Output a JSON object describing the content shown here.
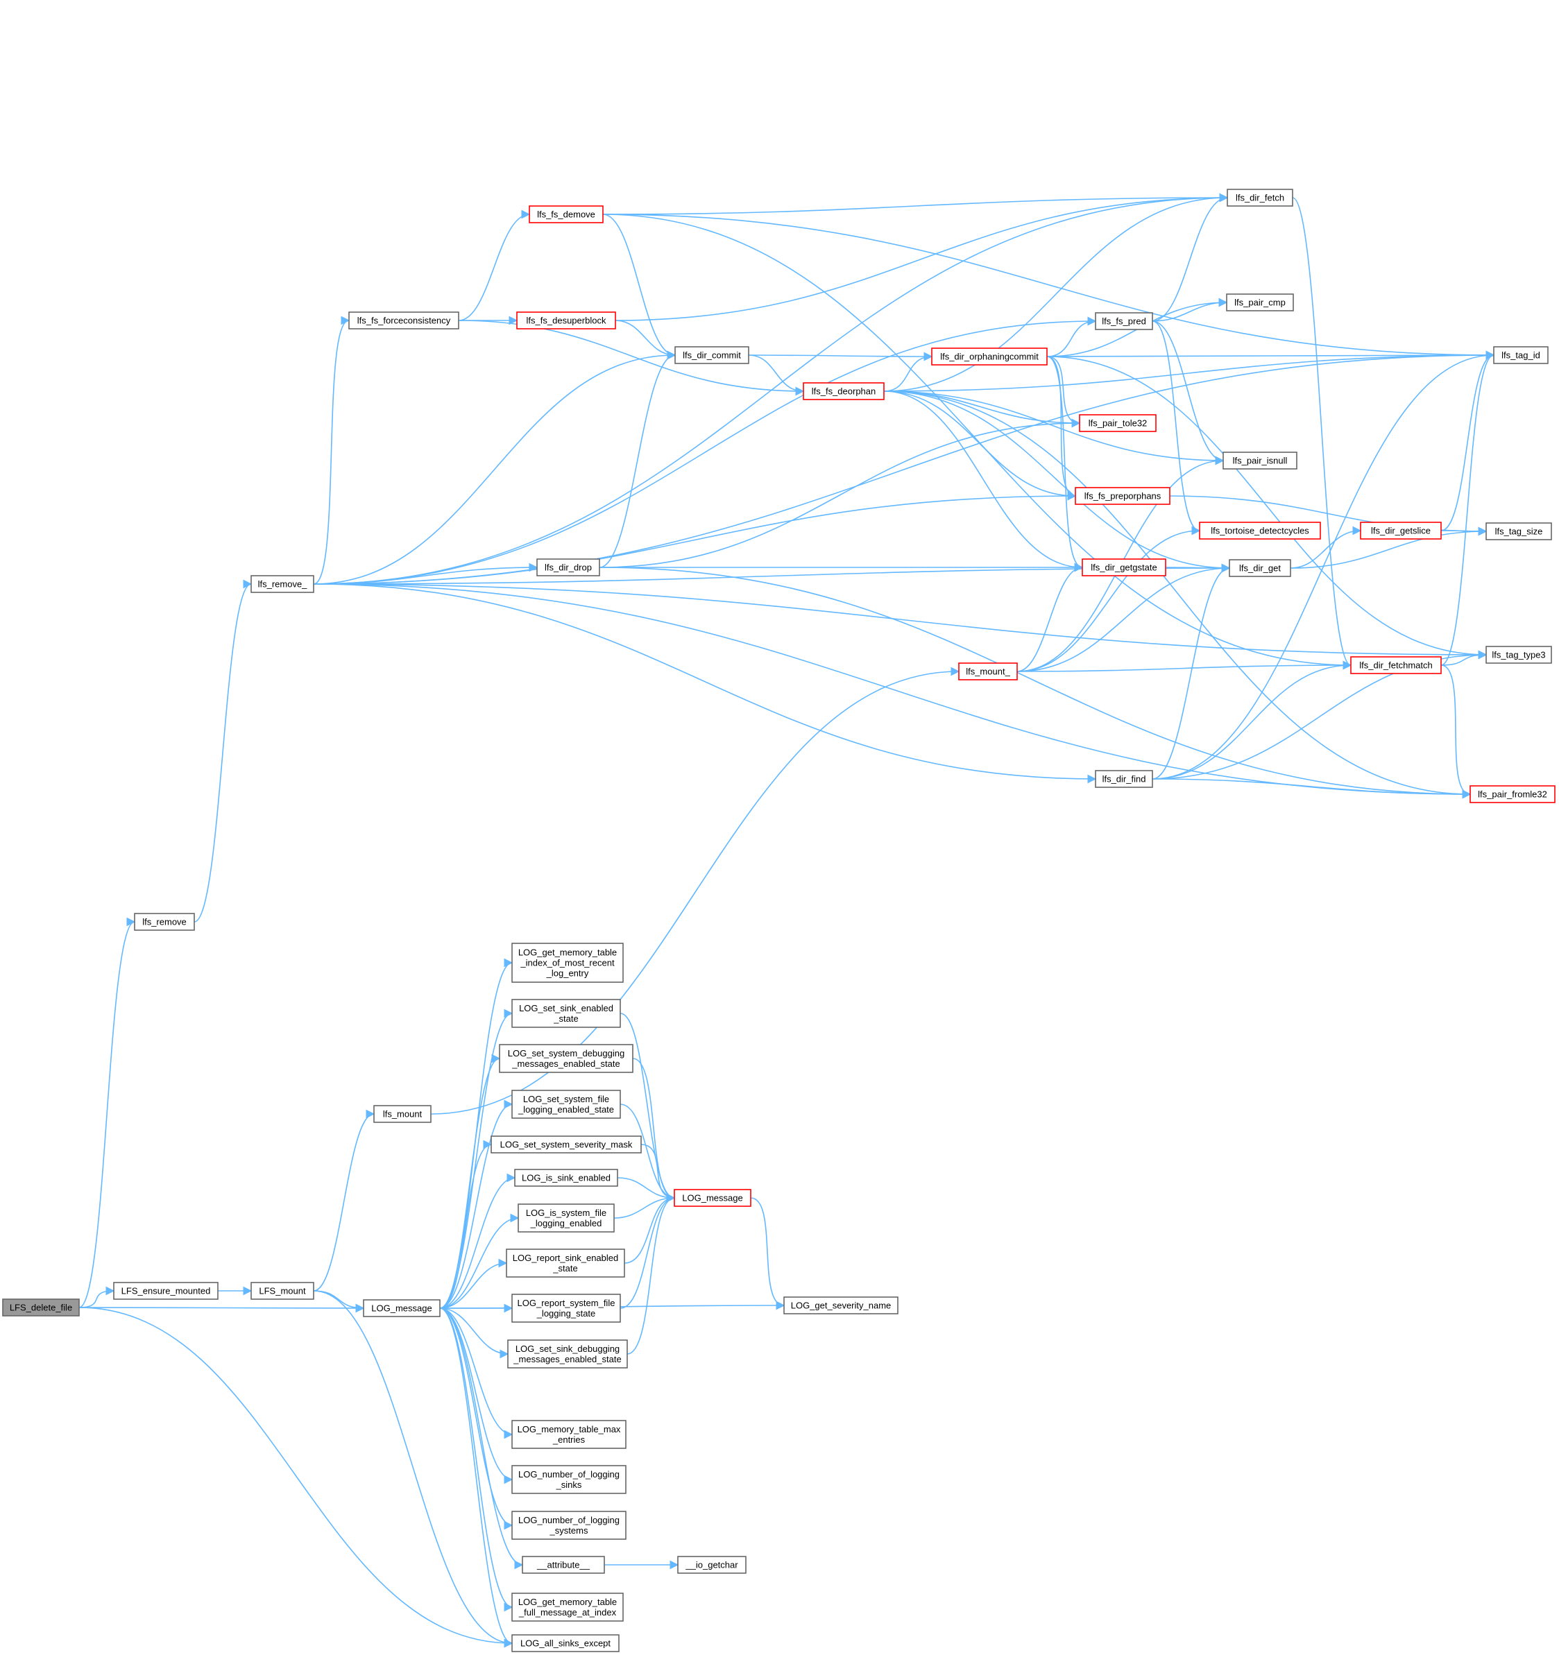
{
  "colors": {
    "edge": "#63b8ff",
    "normal_border": "#666666",
    "red_border": "#ff0000",
    "root_fill": "#999999",
    "node_fill": "#ffffff"
  },
  "nodes": {
    "LFS_delete_file": {
      "label": [
        "LFS_delete_file"
      ],
      "style": "root"
    },
    "lfs_remove": {
      "label": [
        "lfs_remove"
      ],
      "style": "normal"
    },
    "lfs_remove_": {
      "label": [
        "lfs_remove_"
      ],
      "style": "normal"
    },
    "lfs_fs_forceconsistency": {
      "label": [
        "lfs_fs_forceconsistency"
      ],
      "style": "normal"
    },
    "lfs_fs_demove": {
      "label": [
        "lfs_fs_demove"
      ],
      "style": "red"
    },
    "lfs_fs_desuperblock": {
      "label": [
        "lfs_fs_desuperblock"
      ],
      "style": "red"
    },
    "lfs_dir_commit": {
      "label": [
        "lfs_dir_commit"
      ],
      "style": "normal"
    },
    "lfs_fs_deorphan": {
      "label": [
        "lfs_fs_deorphan"
      ],
      "style": "red"
    },
    "lfs_dir_orphaningcommit": {
      "label": [
        "lfs_dir_orphaningcommit"
      ],
      "style": "red"
    },
    "lfs_dir_fetch": {
      "label": [
        "lfs_dir_fetch"
      ],
      "style": "normal"
    },
    "lfs_fs_pred": {
      "label": [
        "lfs_fs_pred"
      ],
      "style": "normal"
    },
    "lfs_pair_cmp": {
      "label": [
        "lfs_pair_cmp"
      ],
      "style": "normal"
    },
    "lfs_tag_id": {
      "label": [
        "lfs_tag_id"
      ],
      "style": "normal"
    },
    "lfs_pair_tole32": {
      "label": [
        "lfs_pair_tole32"
      ],
      "style": "red"
    },
    "lfs_pair_isnull": {
      "label": [
        "lfs_pair_isnull"
      ],
      "style": "normal"
    },
    "lfs_fs_preporphans": {
      "label": [
        "lfs_fs_preporphans"
      ],
      "style": "red"
    },
    "lfs_tortoise_detectcycles": {
      "label": [
        "lfs_tortoise_detectcycles"
      ],
      "style": "red"
    },
    "lfs_dir_getslice": {
      "label": [
        "lfs_dir_getslice"
      ],
      "style": "red"
    },
    "lfs_tag_size": {
      "label": [
        "lfs_tag_size"
      ],
      "style": "normal"
    },
    "lfs_dir_drop": {
      "label": [
        "lfs_dir_drop"
      ],
      "style": "normal"
    },
    "lfs_dir_getgstate": {
      "label": [
        "lfs_dir_getgstate"
      ],
      "style": "red"
    },
    "lfs_dir_get": {
      "label": [
        "lfs_dir_get"
      ],
      "style": "normal"
    },
    "lfs_mount_": {
      "label": [
        "lfs_mount_"
      ],
      "style": "red"
    },
    "lfs_dir_fetchmatch": {
      "label": [
        "lfs_dir_fetchmatch"
      ],
      "style": "red"
    },
    "lfs_tag_type3": {
      "label": [
        "lfs_tag_type3"
      ],
      "style": "normal"
    },
    "lfs_dir_find": {
      "label": [
        "lfs_dir_find"
      ],
      "style": "normal"
    },
    "lfs_pair_fromle32": {
      "label": [
        "lfs_pair_fromle32"
      ],
      "style": "red"
    },
    "LOG_get_memory_table_index_of_most_recent_log_entry": {
      "label": [
        "LOG_get_memory_table",
        "_index_of_most_recent",
        "_log_entry"
      ],
      "style": "normal"
    },
    "LOG_set_sink_enabled_state": {
      "label": [
        "LOG_set_sink_enabled",
        "_state"
      ],
      "style": "normal"
    },
    "LOG_set_system_debugging_messages_enabled_state": {
      "label": [
        "LOG_set_system_debugging",
        "_messages_enabled_state"
      ],
      "style": "normal"
    },
    "LOG_set_system_file_logging_enabled_state": {
      "label": [
        "LOG_set_system_file",
        "_logging_enabled_state"
      ],
      "style": "normal"
    },
    "lfs_mount": {
      "label": [
        "lfs_mount"
      ],
      "style": "normal"
    },
    "LOG_set_system_severity_mask": {
      "label": [
        "LOG_set_system_severity_mask"
      ],
      "style": "normal"
    },
    "LOG_is_sink_enabled": {
      "label": [
        "LOG_is_sink_enabled"
      ],
      "style": "normal"
    },
    "LOG_message_red": {
      "label": [
        "LOG_message"
      ],
      "style": "red"
    },
    "LOG_is_system_file_logging_enabled": {
      "label": [
        "LOG_is_system_file",
        "_logging_enabled"
      ],
      "style": "normal"
    },
    "LOG_report_sink_enabled_state": {
      "label": [
        "LOG_report_sink_enabled",
        "_state"
      ],
      "style": "normal"
    },
    "LFS_ensure_mounted": {
      "label": [
        "LFS_ensure_mounted"
      ],
      "style": "normal"
    },
    "LFS_mount": {
      "label": [
        "LFS_mount"
      ],
      "style": "normal"
    },
    "LOG_message": {
      "label": [
        "LOG_message"
      ],
      "style": "normal"
    },
    "LOG_report_system_file_logging_state": {
      "label": [
        "LOG_report_system_file",
        "_logging_state"
      ],
      "style": "normal"
    },
    "LOG_get_severity_name": {
      "label": [
        "LOG_get_severity_name"
      ],
      "style": "normal"
    },
    "LOG_set_sink_debugging_messages_enabled_state": {
      "label": [
        "LOG_set_sink_debugging",
        "_messages_enabled_state"
      ],
      "style": "normal"
    },
    "LOG_memory_table_max_entries": {
      "label": [
        "LOG_memory_table_max",
        "_entries"
      ],
      "style": "normal"
    },
    "LOG_number_of_logging_sinks": {
      "label": [
        "LOG_number_of_logging",
        "_sinks"
      ],
      "style": "normal"
    },
    "LOG_number_of_logging_systems": {
      "label": [
        "LOG_number_of_logging",
        "_systems"
      ],
      "style": "normal"
    },
    "__attribute__": {
      "label": [
        "__attribute__"
      ],
      "style": "normal"
    },
    "__io_getchar": {
      "label": [
        "__io_getchar"
      ],
      "style": "normal"
    },
    "LOG_get_memory_table_full_message_at_index": {
      "label": [
        "LOG_get_memory_table",
        "_full_message_at_index"
      ],
      "style": "normal"
    },
    "LOG_all_sinks_except": {
      "label": [
        "LOG_all_sinks_except"
      ],
      "style": "normal"
    }
  },
  "edges": [
    [
      "LFS_delete_file",
      "lfs_remove"
    ],
    [
      "LFS_delete_file",
      "LFS_ensure_mounted"
    ],
    [
      "LFS_delete_file",
      "LOG_message"
    ],
    [
      "LFS_delete_file",
      "LOG_all_sinks_except"
    ],
    [
      "lfs_remove",
      "lfs_remove_"
    ],
    [
      "lfs_remove_",
      "lfs_fs_forceconsistency"
    ],
    [
      "lfs_remove_",
      "lfs_dir_fetch"
    ],
    [
      "lfs_remove_",
      "lfs_tag_id"
    ],
    [
      "lfs_remove_",
      "lfs_fs_pred"
    ],
    [
      "lfs_remove_",
      "lfs_dir_commit"
    ],
    [
      "lfs_remove_",
      "lfs_dir_drop"
    ],
    [
      "lfs_remove_",
      "lfs_fs_preporphans"
    ],
    [
      "lfs_remove_",
      "lfs_dir_get"
    ],
    [
      "lfs_remove_",
      "lfs_dir_find"
    ],
    [
      "lfs_remove_",
      "lfs_tag_type3"
    ],
    [
      "lfs_remove_",
      "lfs_pair_fromle32"
    ],
    [
      "lfs_fs_forceconsistency",
      "lfs_fs_demove"
    ],
    [
      "lfs_fs_forceconsistency",
      "lfs_fs_desuperblock"
    ],
    [
      "lfs_fs_forceconsistency",
      "lfs_fs_deorphan"
    ],
    [
      "lfs_fs_demove",
      "lfs_dir_fetch"
    ],
    [
      "lfs_fs_demove",
      "lfs_tag_id"
    ],
    [
      "lfs_fs_demove",
      "lfs_dir_commit"
    ],
    [
      "lfs_fs_demove",
      "lfs_dir_fetchmatch"
    ],
    [
      "lfs_fs_desuperblock",
      "lfs_dir_fetch"
    ],
    [
      "lfs_fs_desuperblock",
      "lfs_dir_commit"
    ],
    [
      "lfs_dir_commit",
      "lfs_fs_deorphan"
    ],
    [
      "lfs_dir_commit",
      "lfs_dir_orphaningcommit"
    ],
    [
      "lfs_fs_deorphan",
      "lfs_dir_orphaningcommit"
    ],
    [
      "lfs_fs_deorphan",
      "lfs_dir_fetch"
    ],
    [
      "lfs_fs_deorphan",
      "lfs_tag_id"
    ],
    [
      "lfs_fs_deorphan",
      "lfs_pair_tole32"
    ],
    [
      "lfs_fs_deorphan",
      "lfs_pair_isnull"
    ],
    [
      "lfs_fs_deorphan",
      "lfs_fs_preporphans"
    ],
    [
      "lfs_fs_deorphan",
      "lfs_dir_getgstate"
    ],
    [
      "lfs_fs_deorphan",
      "lfs_dir_get"
    ],
    [
      "lfs_fs_deorphan",
      "lfs_pair_fromle32"
    ],
    [
      "lfs_dir_orphaningcommit",
      "lfs_fs_pred"
    ],
    [
      "lfs_dir_orphaningcommit",
      "lfs_pair_cmp"
    ],
    [
      "lfs_dir_orphaningcommit",
      "lfs_tag_id"
    ],
    [
      "lfs_dir_orphaningcommit",
      "lfs_pair_tole32"
    ],
    [
      "lfs_dir_orphaningcommit",
      "lfs_fs_preporphans"
    ],
    [
      "lfs_dir_orphaningcommit",
      "lfs_dir_getgstate"
    ],
    [
      "lfs_dir_orphaningcommit",
      "lfs_tag_type3"
    ],
    [
      "lfs_dir_fetch",
      "lfs_dir_fetchmatch"
    ],
    [
      "lfs_fs_pred",
      "lfs_dir_fetch"
    ],
    [
      "lfs_fs_pred",
      "lfs_pair_cmp"
    ],
    [
      "lfs_fs_pred",
      "lfs_pair_isnull"
    ],
    [
      "lfs_fs_pred",
      "lfs_tortoise_detectcycles"
    ],
    [
      "lfs_fs_preporphans",
      "lfs_tag_size"
    ],
    [
      "lfs_dir_getslice",
      "lfs_tag_id"
    ],
    [
      "lfs_dir_getslice",
      "lfs_tag_size"
    ],
    [
      "lfs_dir_drop",
      "lfs_dir_commit"
    ],
    [
      "lfs_dir_drop",
      "lfs_pair_tole32"
    ],
    [
      "lfs_dir_drop",
      "lfs_dir_getgstate"
    ],
    [
      "lfs_dir_drop",
      "lfs_pair_fromle32"
    ],
    [
      "lfs_dir_getgstate",
      "lfs_dir_get"
    ],
    [
      "lfs_dir_get",
      "lfs_dir_getslice"
    ],
    [
      "lfs_dir_get",
      "lfs_tag_size"
    ],
    [
      "lfs_mount_",
      "lfs_dir_getgstate"
    ],
    [
      "lfs_mount_",
      "lfs_dir_get"
    ],
    [
      "lfs_mount_",
      "lfs_dir_fetchmatch"
    ],
    [
      "lfs_mount_",
      "lfs_pair_isnull"
    ],
    [
      "lfs_mount_",
      "lfs_tortoise_detectcycles"
    ],
    [
      "lfs_dir_fetchmatch",
      "lfs_tag_id"
    ],
    [
      "lfs_dir_fetchmatch",
      "lfs_tag_type3"
    ],
    [
      "lfs_dir_fetchmatch",
      "lfs_pair_fromle32"
    ],
    [
      "lfs_dir_find",
      "lfs_dir_get"
    ],
    [
      "lfs_dir_find",
      "lfs_dir_fetchmatch"
    ],
    [
      "lfs_dir_find",
      "lfs_tag_id"
    ],
    [
      "lfs_dir_find",
      "lfs_tag_type3"
    ],
    [
      "lfs_dir_find",
      "lfs_pair_fromle32"
    ],
    [
      "LFS_ensure_mounted",
      "LFS_mount"
    ],
    [
      "LFS_mount",
      "lfs_mount"
    ],
    [
      "LFS_mount",
      "LOG_message"
    ],
    [
      "LFS_mount",
      "LOG_all_sinks_except"
    ],
    [
      "lfs_mount",
      "lfs_mount_"
    ],
    [
      "LOG_message",
      "LOG_get_memory_table_index_of_most_recent_log_entry"
    ],
    [
      "LOG_message",
      "LOG_set_sink_enabled_state"
    ],
    [
      "LOG_message",
      "LOG_set_system_debugging_messages_enabled_state"
    ],
    [
      "LOG_message",
      "LOG_set_system_file_logging_enabled_state"
    ],
    [
      "LOG_message",
      "LOG_set_system_severity_mask"
    ],
    [
      "LOG_message",
      "LOG_is_sink_enabled"
    ],
    [
      "LOG_message",
      "LOG_is_system_file_logging_enabled"
    ],
    [
      "LOG_message",
      "LOG_report_sink_enabled_state"
    ],
    [
      "LOG_message",
      "LOG_report_system_file_logging_state"
    ],
    [
      "LOG_message",
      "LOG_set_sink_debugging_messages_enabled_state"
    ],
    [
      "LOG_message",
      "LOG_get_severity_name"
    ],
    [
      "LOG_message",
      "LOG_memory_table_max_entries"
    ],
    [
      "LOG_message",
      "LOG_number_of_logging_sinks"
    ],
    [
      "LOG_message",
      "LOG_number_of_logging_systems"
    ],
    [
      "LOG_message",
      "__attribute__"
    ],
    [
      "LOG_message",
      "LOG_get_memory_table_full_message_at_index"
    ],
    [
      "LOG_message",
      "LOG_all_sinks_except"
    ],
    [
      "LOG_set_sink_enabled_state",
      "LOG_message_red"
    ],
    [
      "LOG_set_system_debugging_messages_enabled_state",
      "LOG_message_red"
    ],
    [
      "LOG_set_system_file_logging_enabled_state",
      "LOG_message_red"
    ],
    [
      "LOG_set_system_severity_mask",
      "LOG_message_red"
    ],
    [
      "LOG_is_sink_enabled",
      "LOG_message_red"
    ],
    [
      "LOG_is_system_file_logging_enabled",
      "LOG_message_red"
    ],
    [
      "LOG_report_sink_enabled_state",
      "LOG_message_red"
    ],
    [
      "LOG_report_system_file_logging_state",
      "LOG_message_red"
    ],
    [
      "LOG_set_sink_debugging_messages_enabled_state",
      "LOG_message_red"
    ],
    [
      "LOG_message_red",
      "LOG_get_severity_name"
    ],
    [
      "__attribute__",
      "__io_getchar"
    ]
  ]
}
